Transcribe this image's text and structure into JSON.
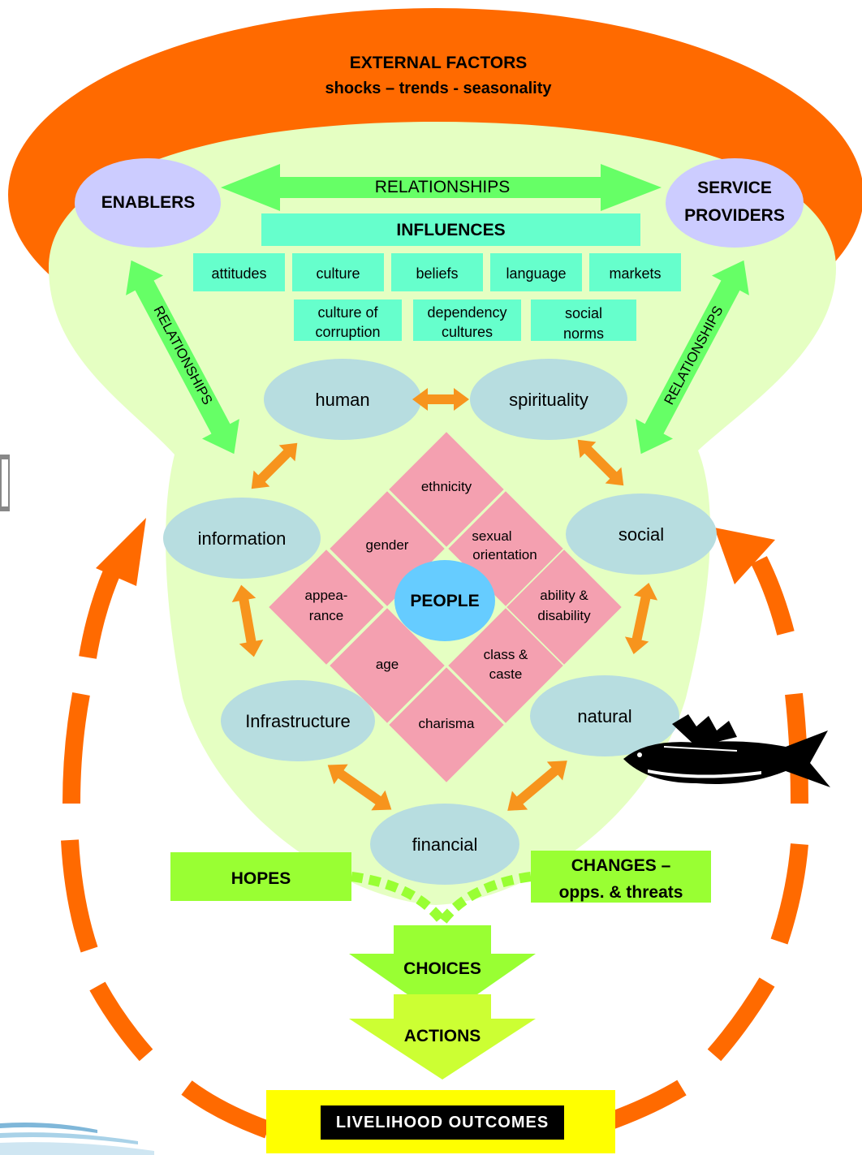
{
  "colors": {
    "external_ring": "#FF6A00",
    "body_fill": "#E5FFC2",
    "influence_box": "#66FFCC",
    "capital_oval": "#B7DDE0",
    "people_diamond": "#F4A0B0",
    "people_center": "#66CCFF",
    "connector_arrow": "#F7941D",
    "relationship_arrow": "#66FF66",
    "actor_oval": "#CCCCFF",
    "hopes_box": "#99FF33",
    "outcome_border": "#FFFF00"
  },
  "external": {
    "title": "EXTERNAL FACTORS",
    "subtitle": "shocks – trends -  seasonality"
  },
  "actors": {
    "enablers": "ENABLERS",
    "service_providers_line1": "SERVICE",
    "service_providers_line2": "PROVIDERS"
  },
  "relationships": {
    "top": "RELATIONSHIPS",
    "left": "RELATIONSHIPS",
    "right": "RELATIONSHIPS"
  },
  "influences": {
    "header": "INFLUENCES",
    "row1": [
      "attitudes",
      "culture",
      "beliefs",
      "language",
      "markets"
    ],
    "row2": [
      {
        "line1": "culture of",
        "line2": "corruption"
      },
      {
        "line1": "dependency",
        "line2": "cultures"
      },
      {
        "line1": "social",
        "line2": "norms"
      }
    ]
  },
  "capitals": {
    "human": "human",
    "spirituality": "spirituality",
    "information": "information",
    "social": "social",
    "infrastructure": "Infrastructure",
    "natural": "natural",
    "financial": "financial"
  },
  "people": {
    "center": "PEOPLE",
    "ethnicity": "ethnicity",
    "gender": "gender",
    "sexual_orientation_1": "sexual",
    "sexual_orientation_2": "orientation",
    "appearance_1": "appea-",
    "appearance_2": "rance",
    "ability_1": "ability &",
    "ability_2": "disability",
    "age": "age",
    "class_1": "class &",
    "class_2": "caste",
    "charisma": "charisma"
  },
  "flow": {
    "hopes": "HOPES",
    "changes_1": "CHANGES –",
    "changes_2": "opps. & threats",
    "choices": "CHOICES",
    "actions": "ACTIONS",
    "outcomes": "LIVELIHOOD OUTCOMES"
  },
  "icons": [
    "fish-icon"
  ]
}
